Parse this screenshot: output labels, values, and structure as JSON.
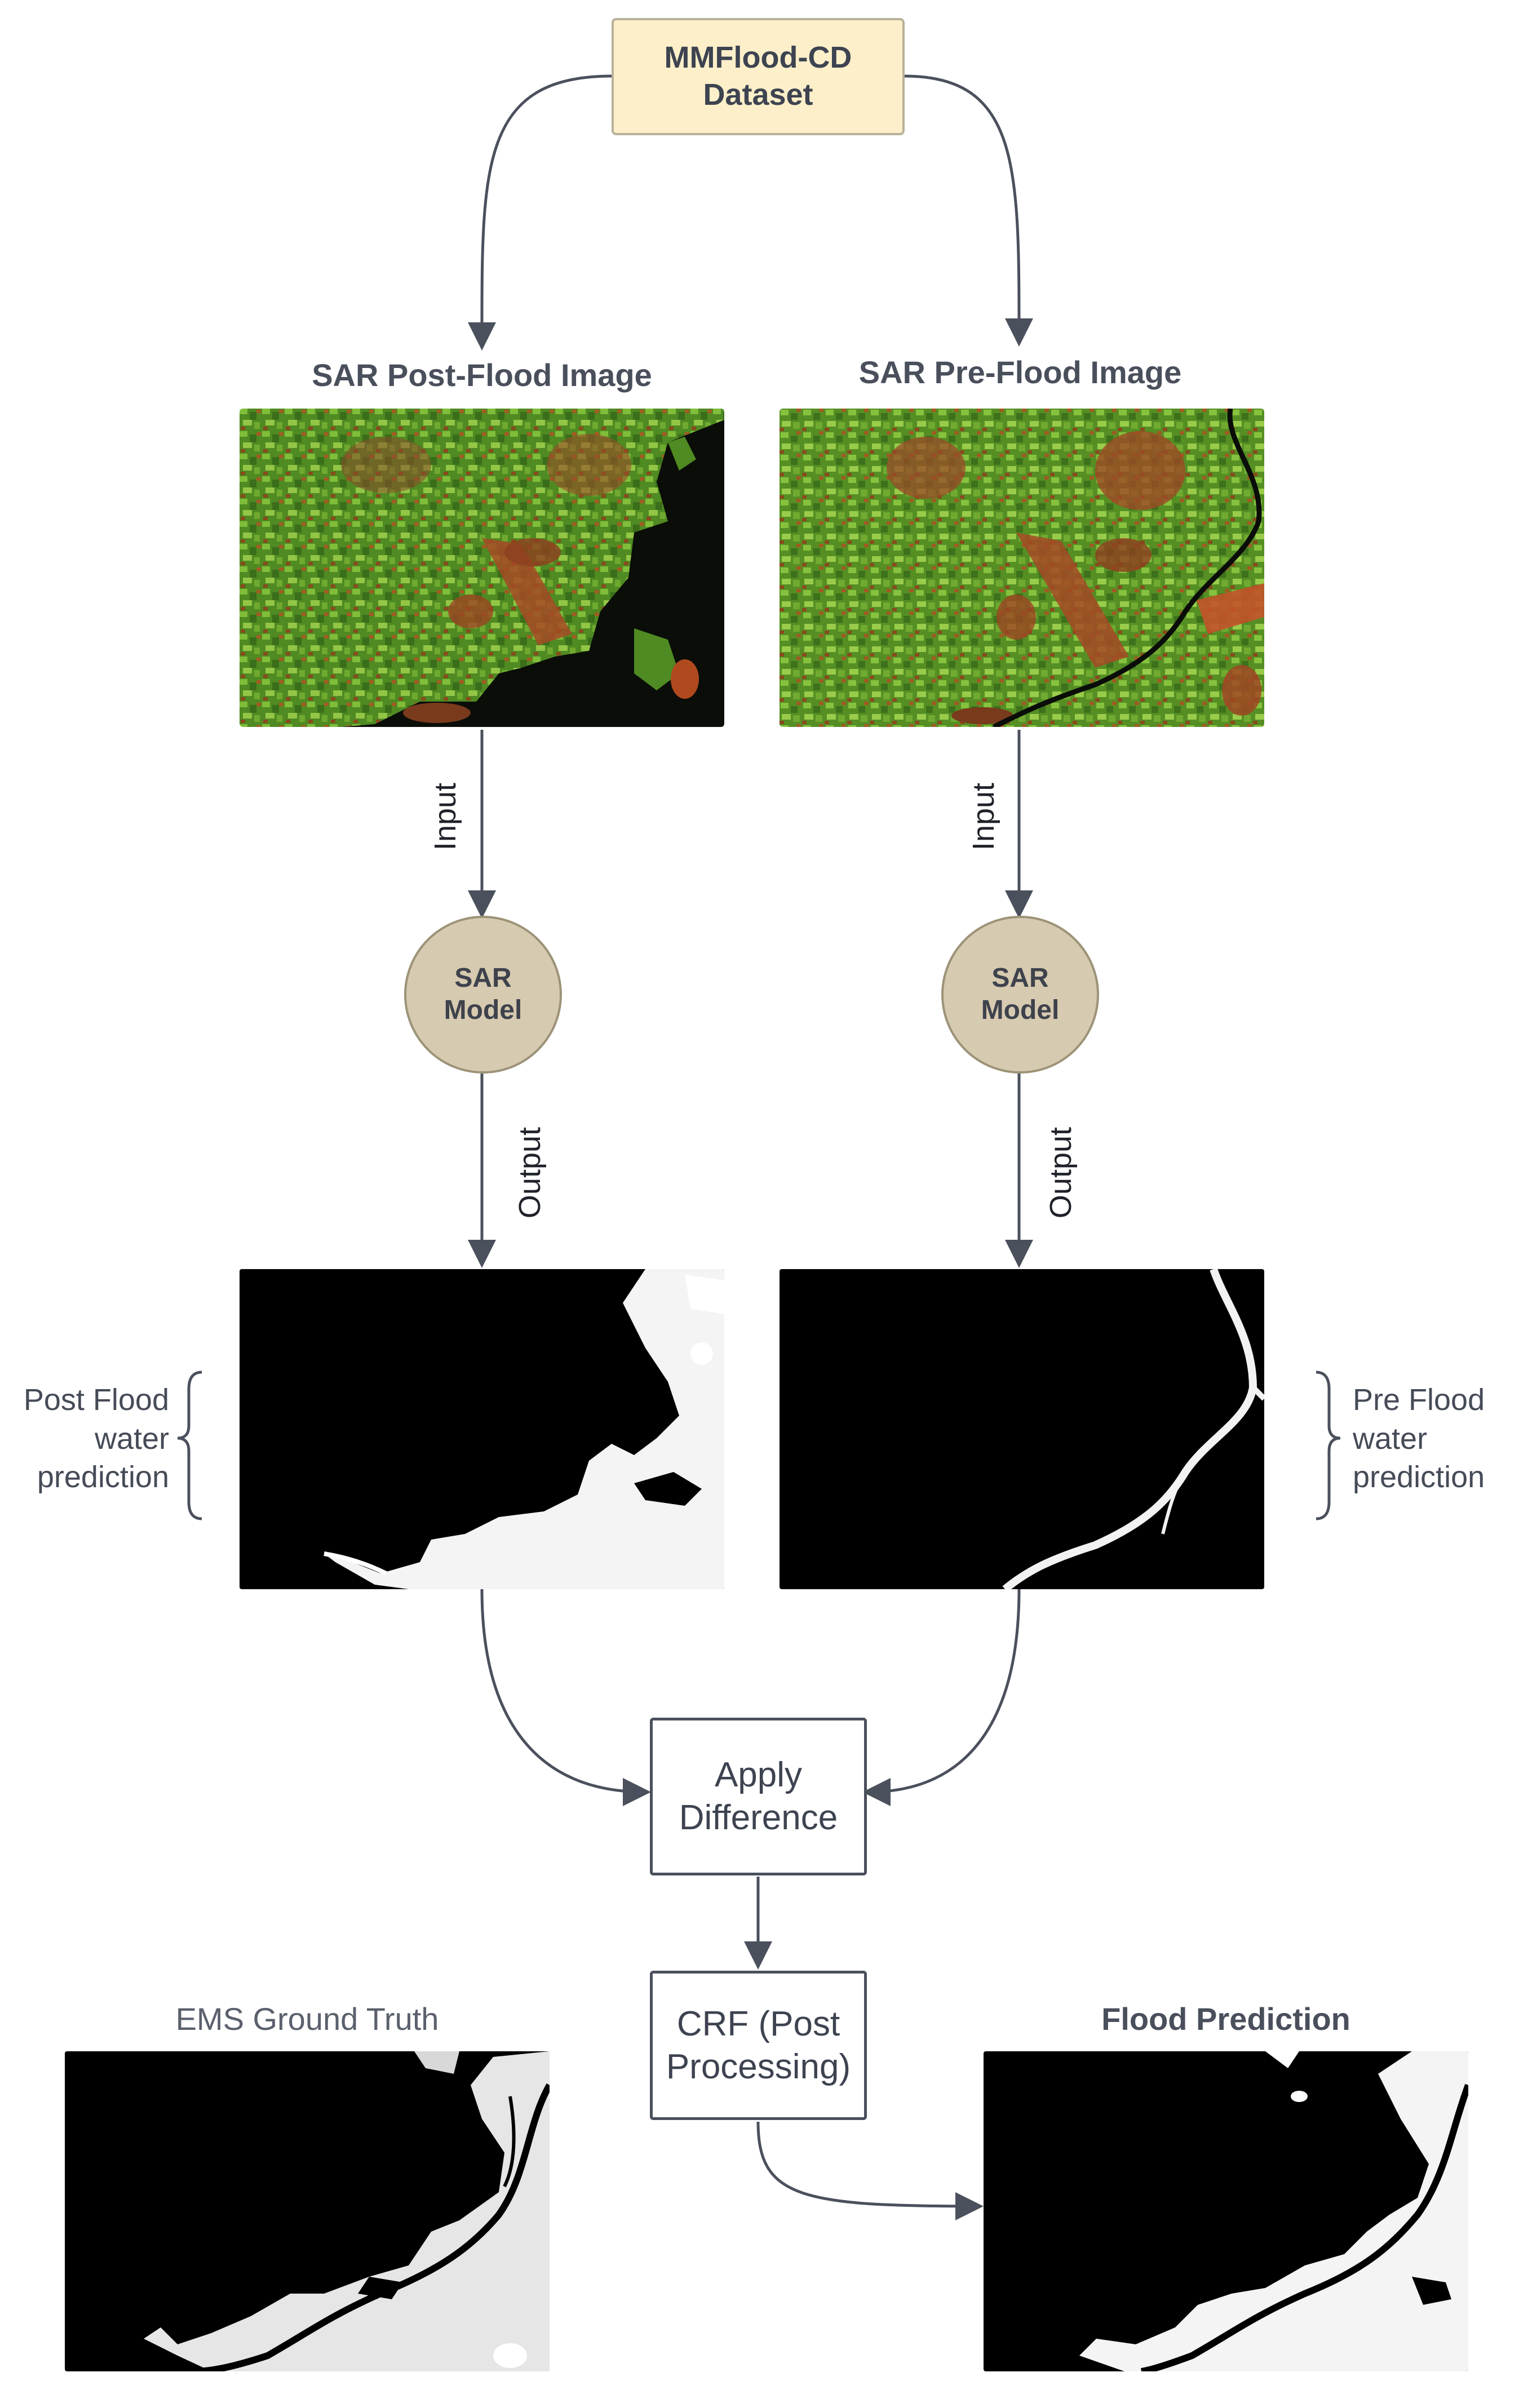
{
  "dataset": {
    "label": "MMFlood-CD\nDataset"
  },
  "images": {
    "post_flood_title": "SAR Post-Flood Image",
    "pre_flood_title": "SAR Pre-Flood Image"
  },
  "edges": {
    "input_left": "Input",
    "input_right": "Input",
    "output_left": "Output",
    "output_right": "Output"
  },
  "models": {
    "left_label": "SAR\nModel",
    "right_label": "SAR\nModel"
  },
  "predictions": {
    "post_label": "Post Flood\nwater\nprediction",
    "pre_label": "Pre Flood\nwater\nprediction"
  },
  "processing": {
    "difference_label": "Apply\nDifference",
    "crf_label": "CRF (Post\nProcessing)"
  },
  "results": {
    "ground_truth_title": "EMS Ground Truth",
    "flood_prediction_title": "Flood Prediction"
  },
  "colors": {
    "dataset_fill": "#fcefc9",
    "model_fill": "#d6cab0",
    "arrow": "#4a505c",
    "sar_green": "#5a9a2a",
    "sar_red": "#b04a1e"
  }
}
